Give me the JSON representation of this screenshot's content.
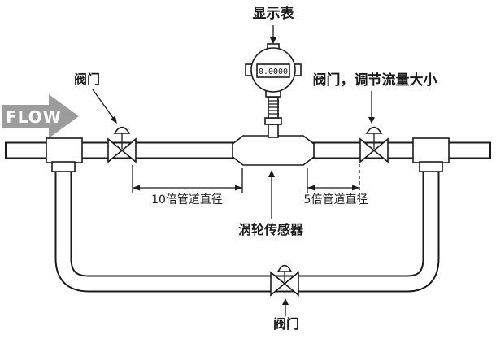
{
  "colors": {
    "bg": "#ffffff",
    "line": "#1a1a1a",
    "flow_arrow": "#9c9c9c",
    "flow_text": "#ffffff"
  },
  "labels": {
    "display_meter": "显示表",
    "valve_left": "阀门",
    "valve_right": "阀门，调节流量大小",
    "flow": "FLOW",
    "dim_upstream": "10倍管道直径",
    "dim_downstream": "5倍管道直径",
    "turbine_sensor": "涡轮传感器",
    "valve_bottom": "阀门"
  },
  "display": {
    "value": "0.0000"
  }
}
